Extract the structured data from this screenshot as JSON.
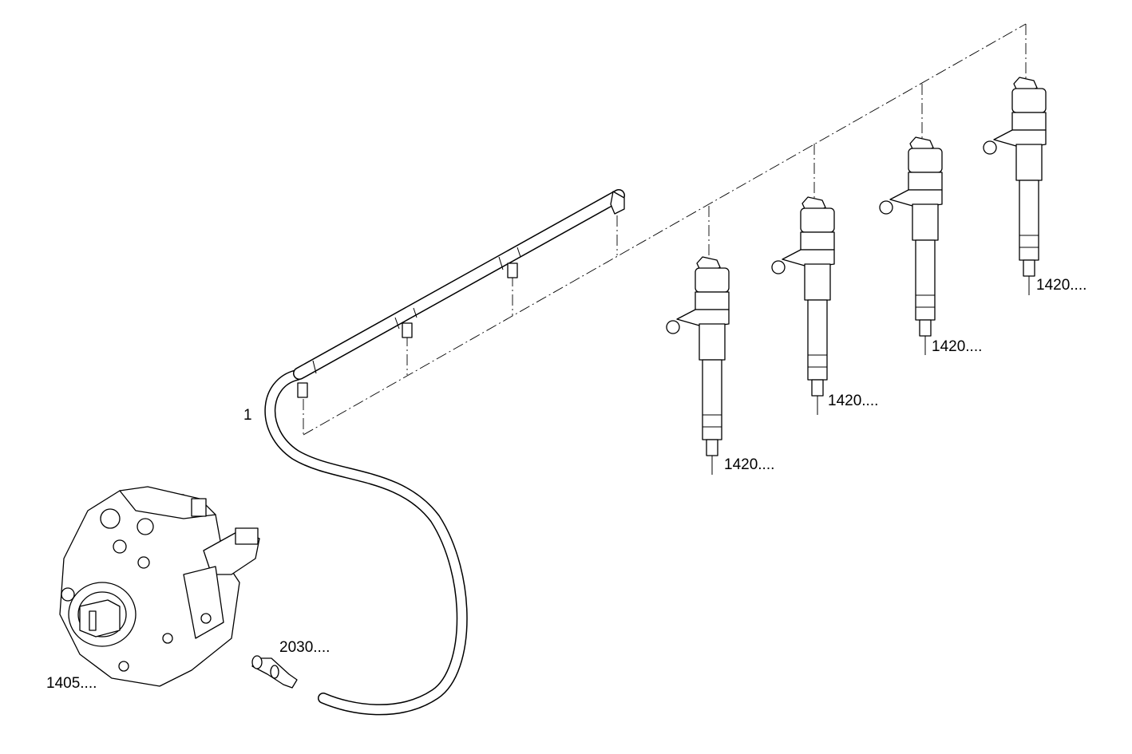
{
  "diagram": {
    "background": "#ffffff",
    "line_color": "#000000",
    "labels": {
      "return_line": "1",
      "injector_1": "1420....",
      "injector_2": "1420....",
      "injector_3": "1420....",
      "injector_4": "1420....",
      "pump": "1405....",
      "fitting": "2030...."
    }
  }
}
